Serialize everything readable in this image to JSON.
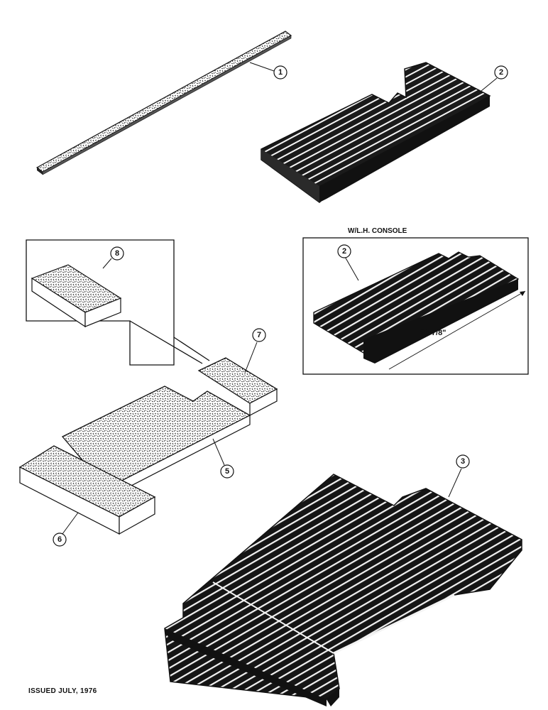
{
  "callouts": {
    "item_1": "1",
    "item_2": "2",
    "item_2_console": "2",
    "item_3": "3",
    "item_5": "5",
    "item_6": "6",
    "item_7": "7",
    "item_8": "8"
  },
  "console_view": {
    "caption": "W/L.H. CONSOLE",
    "dimension": "26-7/8\""
  },
  "footer": {
    "issued": "ISSUED JULY, 1976"
  },
  "colors": {
    "ink": "#111111",
    "paper": "#ffffff"
  }
}
